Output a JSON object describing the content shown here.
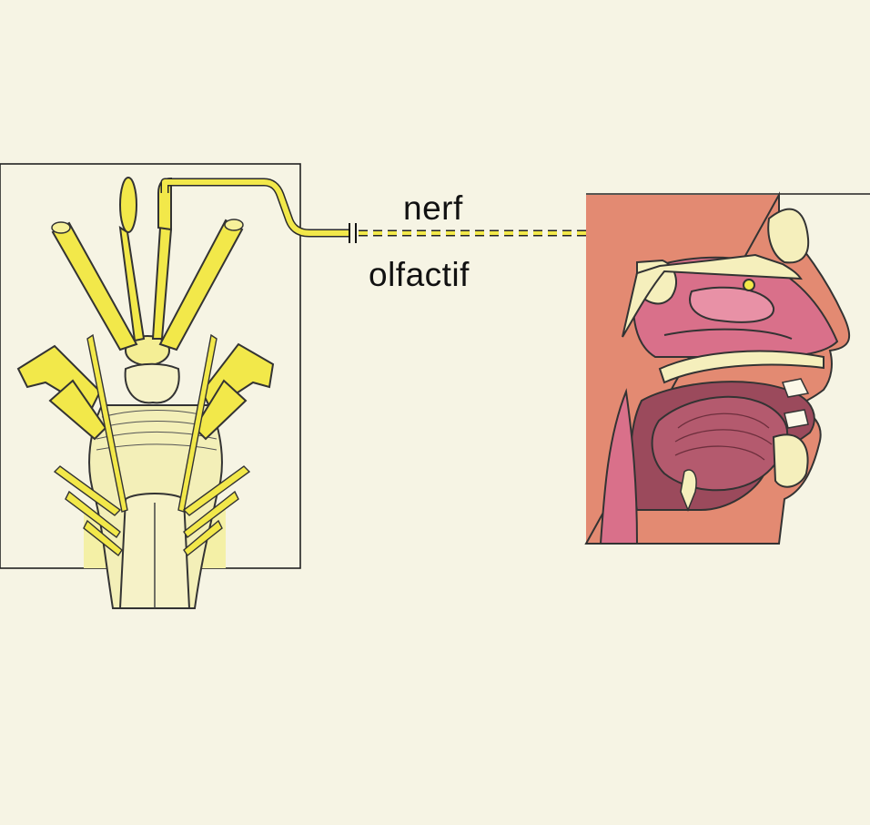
{
  "labels": {
    "line1": "nerf",
    "line2": "olfactif"
  },
  "colors": {
    "background": "#f6f4e4",
    "nerve": "#f2e84a",
    "nerve_dark": "#c9b51f",
    "brainstem": "#f3efb8",
    "tissue_pink": "#d9708a",
    "tissue_dark": "#9b4a5c",
    "skin": "#e38a72",
    "bone": "#f5efbc"
  },
  "icons": {
    "brain_illustration": "brainstem-nerves-illustration",
    "head_illustration": "nasal-cavity-sagittal-section"
  }
}
